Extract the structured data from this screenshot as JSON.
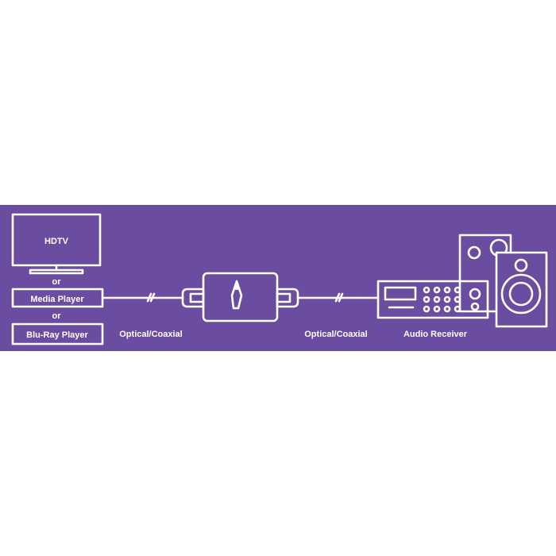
{
  "labels": {
    "hdtv": "HDTV",
    "or_1": "or",
    "media_player": "Media Player",
    "or_2": "or",
    "blu_ray_player": "Blu-Ray Player",
    "cable_left": "Optical/Coaxial",
    "cable_right": "Optical/Coaxial",
    "audio_receiver": "Audio Receiver"
  },
  "colors": {
    "background": "#6a4ca0",
    "line": "#ffffff"
  },
  "icons": [
    "tv-icon",
    "converter-icon",
    "audio-receiver-icon",
    "speaker-icon"
  ]
}
